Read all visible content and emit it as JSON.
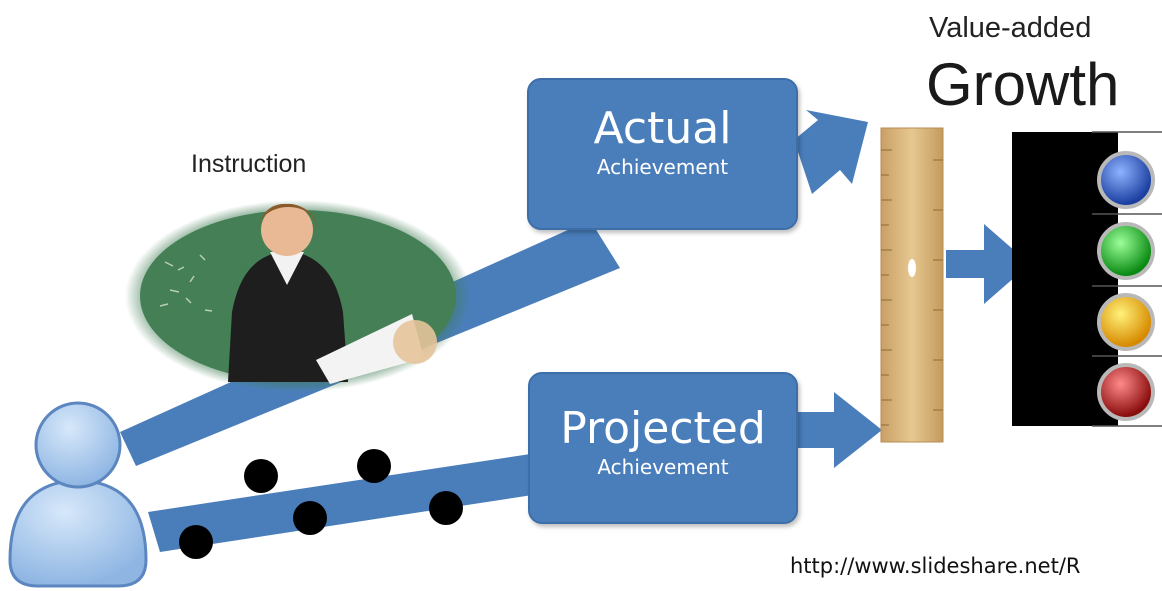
{
  "labels": {
    "instruction": "Instruction",
    "value_added": "Value-added",
    "growth": "Growth"
  },
  "boxes": {
    "actual": {
      "title": "Actual",
      "subtitle": "Achievement"
    },
    "projected": {
      "title": "Projected",
      "subtitle": "Achievement"
    }
  },
  "source_url": "http://www.slideshare.net/R",
  "colors": {
    "arrow_blue": "#4a7ebb",
    "box_blue": "#4a7ebb",
    "ruler_wood": "#d9b77e",
    "bar_black": "#000000",
    "light_blue": "#2b5fc4",
    "light_green": "#1fbf2a",
    "light_yellow": "#f2b51c",
    "light_red": "#c41d1d"
  },
  "icons": {
    "person": "user-icon",
    "teacher": "teacher-photo",
    "ruler": "ruler-icon",
    "indicator_lights": [
      "blue-light-icon",
      "green-light-icon",
      "yellow-light-icon",
      "red-light-icon"
    ]
  }
}
